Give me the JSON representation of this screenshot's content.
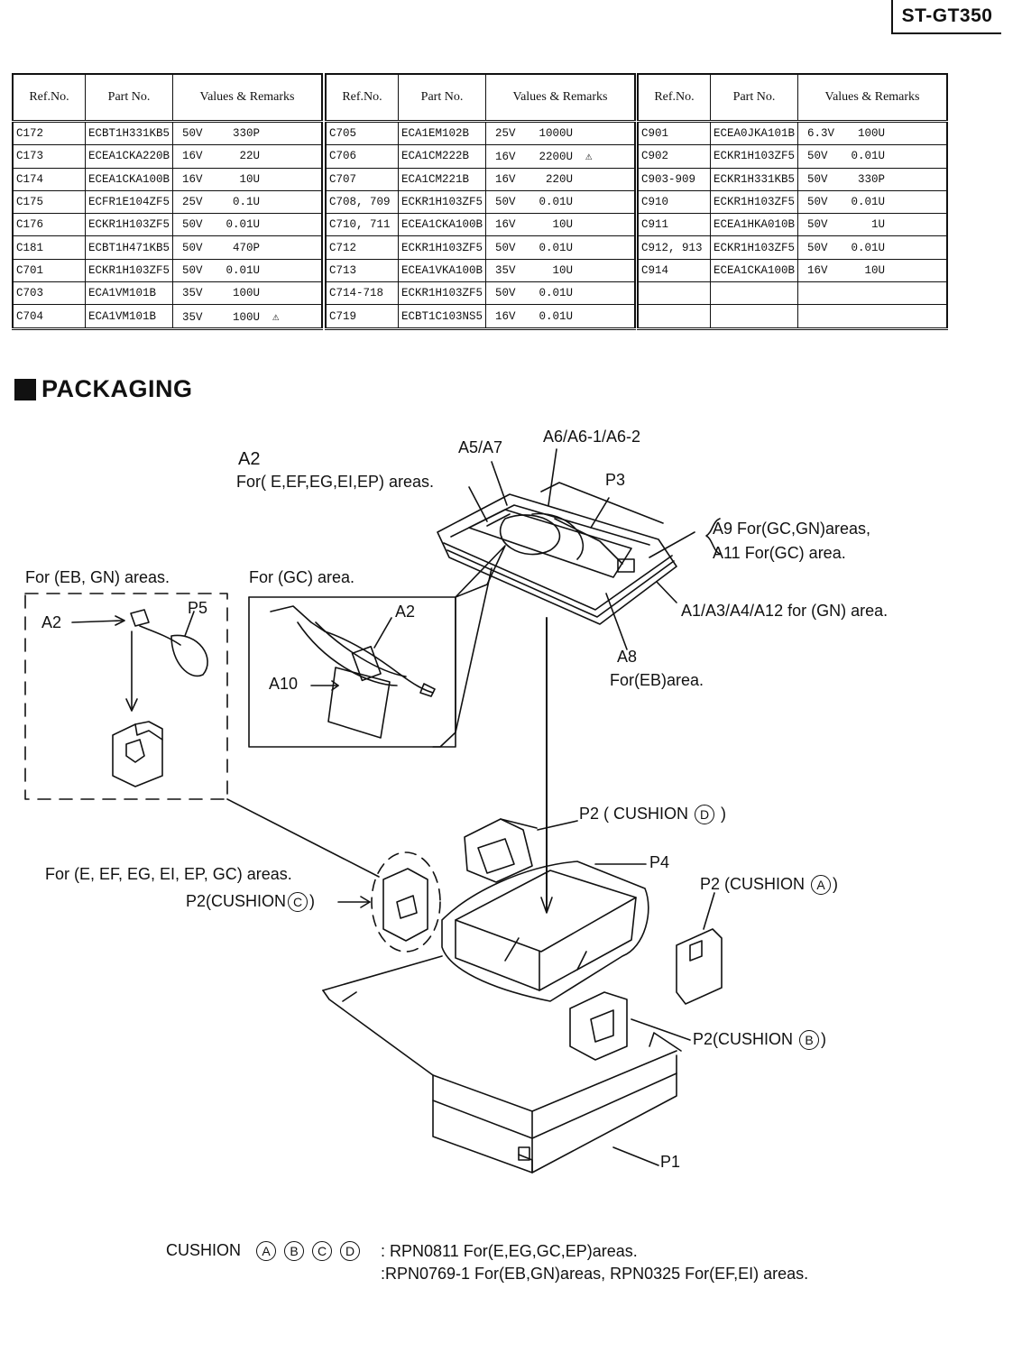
{
  "header": {
    "model": "ST-GT350"
  },
  "table": {
    "headers": [
      "Ref.No.",
      "Part No.",
      "Values & Remarks"
    ],
    "columns": [
      [
        [
          "C172",
          "ECBT1H331KB5",
          "50V",
          "330P",
          ""
        ],
        [
          "C173",
          "ECEA1CKA220B",
          "16V",
          "22U",
          ""
        ],
        [
          "C174",
          "ECEA1CKA100B",
          "16V",
          "10U",
          ""
        ],
        [
          "C175",
          "ECFR1E104ZF5",
          "25V",
          "0.1U",
          ""
        ],
        [
          "C176",
          "ECKR1H103ZF5",
          "50V",
          "0.01U",
          ""
        ],
        [
          "C181",
          "ECBT1H471KB5",
          "50V",
          "470P",
          ""
        ],
        [
          "C701",
          "ECKR1H103ZF5",
          "50V",
          "0.01U",
          ""
        ],
        [
          "C703",
          "ECA1VM101B",
          "35V",
          "100U",
          ""
        ],
        [
          "C704",
          "ECA1VM101B",
          "35V",
          "100U",
          "⚠"
        ]
      ],
      [
        [
          "C705",
          "ECA1EM102B",
          "25V",
          "1000U",
          ""
        ],
        [
          "C706",
          "ECA1CM222B",
          "16V",
          "2200U",
          "⚠"
        ],
        [
          "C707",
          "ECA1CM221B",
          "16V",
          "220U",
          ""
        ],
        [
          "C708, 709",
          "ECKR1H103ZF5",
          "50V",
          "0.01U",
          ""
        ],
        [
          "C710, 711",
          "ECEA1CKA100B",
          "16V",
          "10U",
          ""
        ],
        [
          "C712",
          "ECKR1H103ZF5",
          "50V",
          "0.01U",
          ""
        ],
        [
          "C713",
          "ECEA1VKA100B",
          "35V",
          "10U",
          ""
        ],
        [
          "C714-718",
          "ECKR1H103ZF5",
          "50V",
          "0.01U",
          ""
        ],
        [
          "C719",
          "ECBT1C103NS5",
          "16V",
          "0.01U",
          ""
        ]
      ],
      [
        [
          "C901",
          "ECEA0JKA101B",
          "6.3V",
          "100U",
          ""
        ],
        [
          "C902",
          "ECKR1H103ZF5",
          "50V",
          "0.01U",
          ""
        ],
        [
          "C903-909",
          "ECKR1H331KB5",
          "50V",
          "330P",
          ""
        ],
        [
          "C910",
          "ECKR1H103ZF5",
          "50V",
          "0.01U",
          ""
        ],
        [
          "C911",
          "ECEA1HKA010B",
          "50V",
          "1U",
          ""
        ],
        [
          "C912, 913",
          "ECKR1H103ZF5",
          "50V",
          "0.01U",
          ""
        ],
        [
          "C914",
          "ECEA1CKA100B",
          "16V",
          "10U",
          ""
        ],
        [
          "",
          "",
          "",
          "",
          ""
        ],
        [
          "",
          "",
          "",
          "",
          ""
        ]
      ]
    ]
  },
  "section": {
    "title": "PACKAGING"
  },
  "labels": {
    "a2_top": "A2",
    "a2_top_areas": "For( E,EF,EG,EI,EP) areas.",
    "a5a7": "A5/A7",
    "a6": "A6/A6-1/A6-2",
    "p3": "P3",
    "a9": "A9 For(GC,GN)areas,",
    "a11": "A11 For(GC) area.",
    "a1": "A1/A3/A4/A12 for (GN) area.",
    "a8": "A8",
    "a8_area": "For(EB)area.",
    "eb_gn": "For (EB, GN) areas.",
    "gc": "For (GC) area.",
    "a2_left": "A2",
    "p5": "P5",
    "a2_gc": "A2",
    "a10": "A10",
    "p2d": "P2 ( CUSHION",
    "p2d_letter": "D",
    "p4": "P4",
    "p2a": "P2 (CUSHION",
    "p2a_letter": "A",
    "e_areas": "For (E, EF, EG, EI, EP, GC) areas.",
    "p2c": "P2(CUSHION",
    "p2c_letter": "C",
    "p2b": "P2(CUSHION",
    "p2b_letter": "B",
    "p1": "P1"
  },
  "footer": {
    "cushion": "CUSHION",
    "letters": [
      "A",
      "B",
      "C",
      "D"
    ],
    "line1": ": RPN0811 For(E,EG,GC,EP)areas.",
    "line2": ":RPN0769-1 For(EB,GN)areas, RPN0325 For(EF,EI) areas."
  }
}
